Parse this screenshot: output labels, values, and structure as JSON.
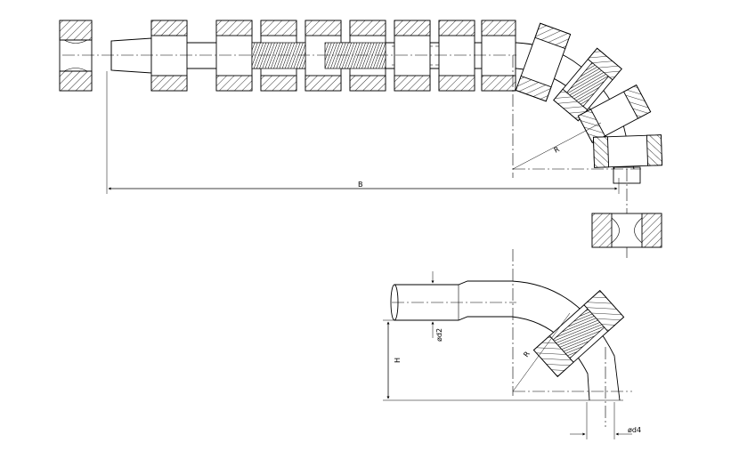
{
  "labels": {
    "length_b": "B",
    "radius_top": "R",
    "radius_bottom": "R",
    "height_h": "H",
    "diameter_d2": "ød2",
    "diameter_d4": "ød4"
  }
}
